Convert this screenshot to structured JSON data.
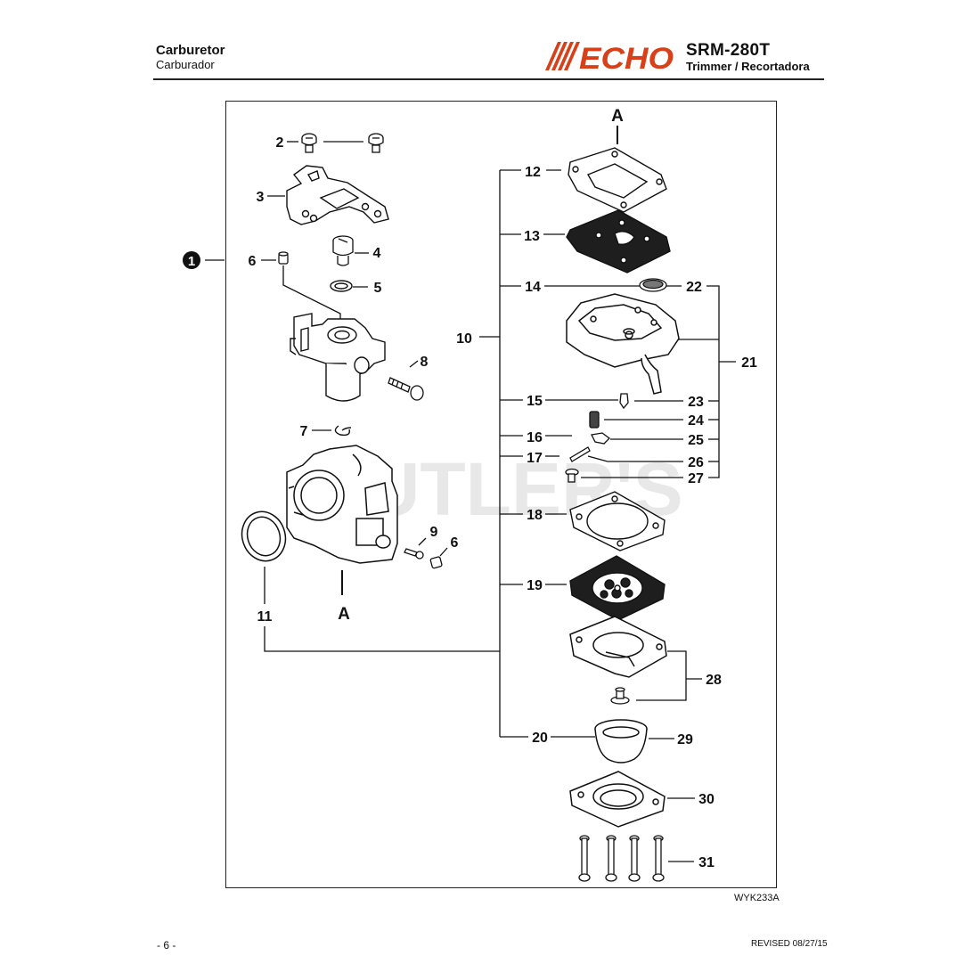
{
  "header": {
    "title_en": "Carburetor",
    "title_es": "Carburador",
    "brand": "ECHO",
    "model": "SRM-280T",
    "model_desc": "Trimmer / Recortadora"
  },
  "diagram": {
    "callouts": {
      "c1": "1",
      "c2": "2",
      "c3": "3",
      "c4": "4",
      "c5": "5",
      "c6a": "6",
      "c6b": "6",
      "c7": "7",
      "c8": "8",
      "c9": "9",
      "c10": "10",
      "c11": "11",
      "c12": "12",
      "c13": "13",
      "c14": "14",
      "c15": "15",
      "c16": "16",
      "c17": "17",
      "c18": "18",
      "c19": "19",
      "c20": "20",
      "c21": "21",
      "c22": "22",
      "c23": "23",
      "c24": "24",
      "c25": "25",
      "c26": "26",
      "c27": "27",
      "c28": "28",
      "c29": "29",
      "c30": "30",
      "c31": "31"
    },
    "ref_top": "A",
    "ref_bottom": "A",
    "watermark": "CUTLER'S"
  },
  "footer": {
    "figure_code": "WYK233A",
    "page": "- 6 -",
    "revised": "REVISED 08/27/15"
  }
}
